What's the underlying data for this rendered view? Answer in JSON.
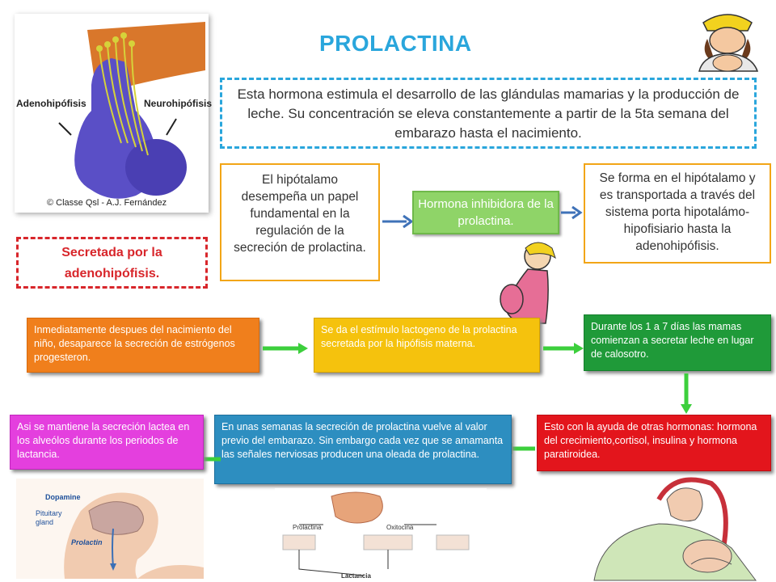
{
  "title": "PROLACTINA",
  "intro": "Esta hormona estimula el desarrollo de las glándulas mamarias y la producción de leche. Su concentración se eleva constantemente a partir de la 5ta semana del embarazo hasta el nacimiento.",
  "secreted": "Secretada por la adenohipófisis.",
  "hypothalamus_box": "El hipótalamo desempeña un papel fundamental en la regulación de la secreción de prolactina.",
  "inhibitor_box": "Hormona inhibidora de la prolactina.",
  "formation_box": "Se forma en el hipótalamo y es transportada a través del sistema porta hipotalámo-hipofisiario hasta la adenohipófisis.",
  "flow": {
    "after_birth": "Inmediatamente despues del nacimiento del niño, desaparece la secreción de estrógenos  progesteron.",
    "stimulus": "Se da el estímulo lactogeno de la prolactina secretada por la hipófisis materna.",
    "days": "Durante los 1 a 7 días  las mamas comienzan  a secretar leche en lugar de calosotro.",
    "hormones": "Esto con  la ayuda de otras hormonas: hormona  del crecimiento,cortisol, insulina y hormona  paratiroidea.",
    "weeks": "En unas semanas la secreción de prolactina vuelve al valor previo del embarazo. Sin embargo cada vez que se amamanta las señales nerviosas producen una oleada de prolactina.",
    "maintain": "Asi se mantiene la secreción lactea en los alveólos durante los periodos de lactancia."
  },
  "pituitary_image": {
    "adeno": "Adenohipófisis",
    "neuro": "Neurohipófisis",
    "credit": "© Classe Qsl - A.J. Fernández"
  },
  "brain_image": {
    "dopamine": "Dopamine",
    "pituitary": "Pituitary gland",
    "prolactin": "Prolactin"
  },
  "reflex_image": {
    "prolactina": "Prolactina",
    "oxitocina": "Oxitocina",
    "lactancia": "Lactancia"
  },
  "colors": {
    "title": "#2aa6dc",
    "red": "#d8262b",
    "orange_border": "#f2a516",
    "arrow_blue": "#3f72b8",
    "arrow_green": "#3ccf3c"
  }
}
